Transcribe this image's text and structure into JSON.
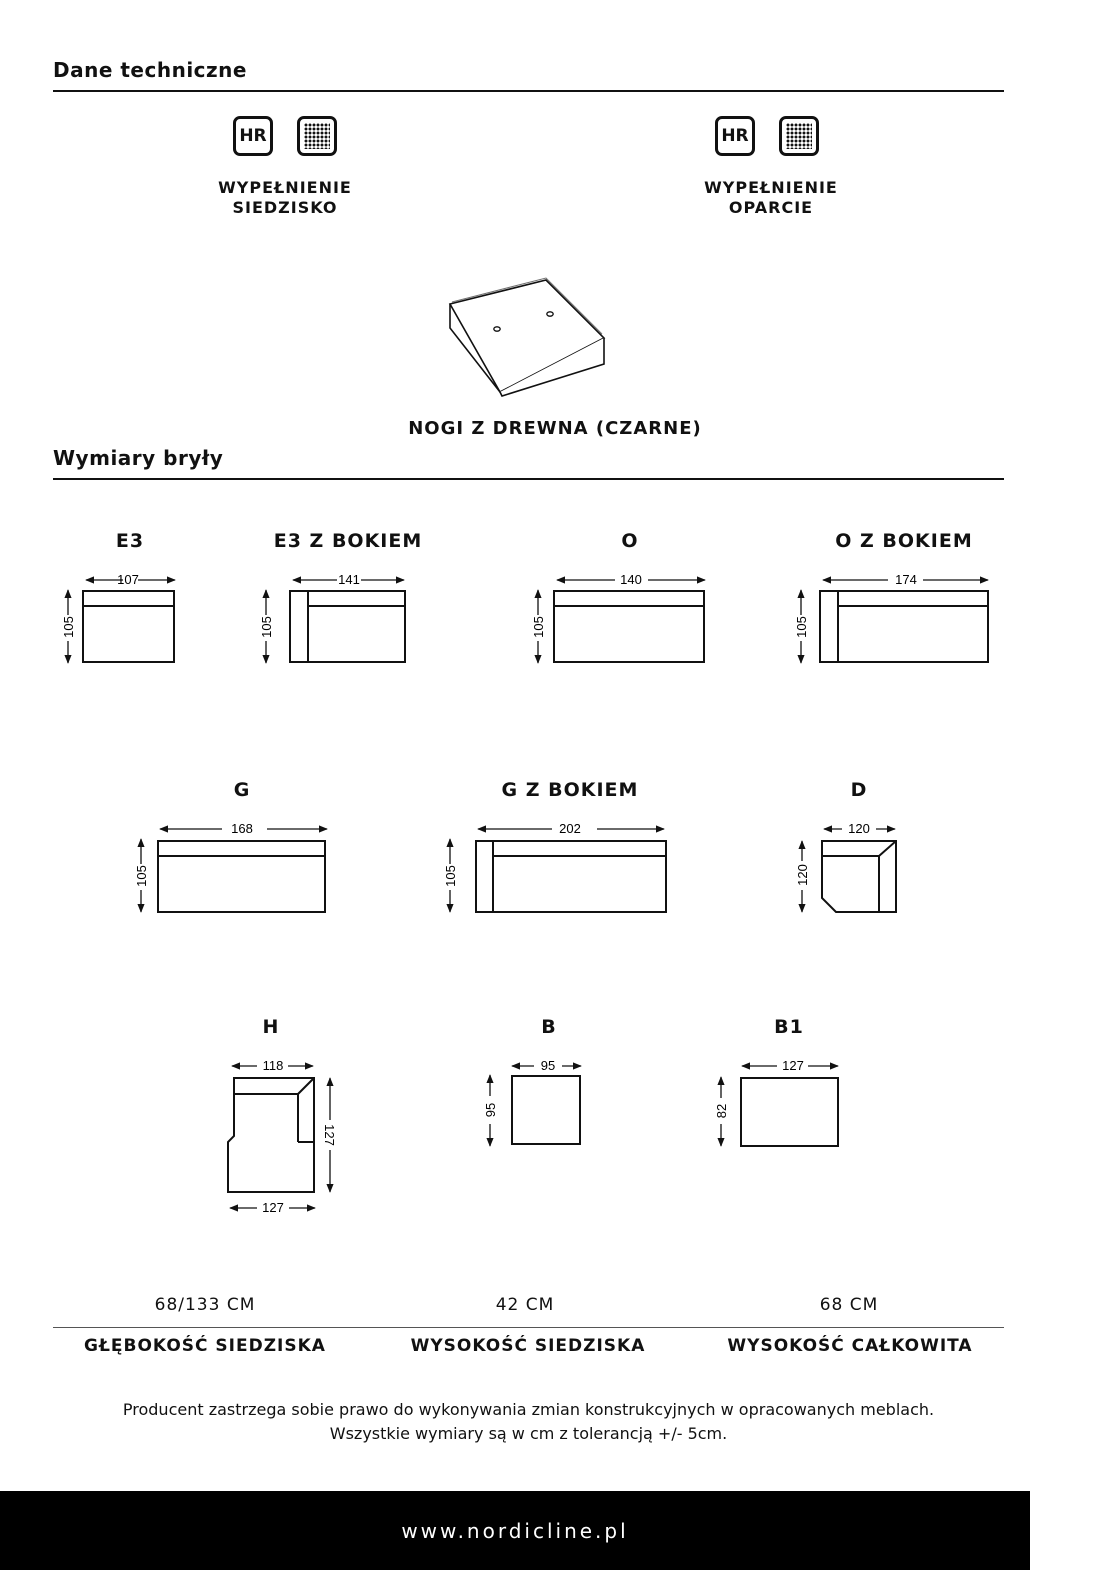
{
  "sections": {
    "technical": "Dane techniczne",
    "dimensions": "Wymiary bryły"
  },
  "fill": [
    {
      "badge": "HR",
      "caption_line1": "WYPEŁNIENIE",
      "caption_line2": "SIEDZISKO",
      "icons": [
        "hr-badge-icon",
        "foam-dots-icon"
      ]
    },
    {
      "badge": "HR",
      "caption_line1": "WYPEŁNIENIE",
      "caption_line2": "OPARCIE",
      "icons": [
        "hr-badge-icon",
        "foam-dots-icon"
      ]
    }
  ],
  "legs": {
    "caption": "NOGI Z DREWNA (CZARNE)",
    "icon": "wooden-leg-icon"
  },
  "modules": [
    {
      "label": "E3",
      "width": "107",
      "depth": "105"
    },
    {
      "label": "E3 Z BOKIEM",
      "width": "141",
      "depth": "105"
    },
    {
      "label": "O",
      "width": "140",
      "depth": "105"
    },
    {
      "label": "O Z BOKIEM",
      "width": "174",
      "depth": "105"
    },
    {
      "label": "G",
      "width": "168",
      "depth": "105"
    },
    {
      "label": "G Z BOKIEM",
      "width": "202",
      "depth": "105"
    },
    {
      "label": "D",
      "width": "120",
      "depth": "120"
    },
    {
      "label": "H",
      "width": "118",
      "depth": "127",
      "bottom_width": "127"
    },
    {
      "label": "B",
      "width": "95",
      "depth": "95"
    },
    {
      "label": "B1",
      "width": "127",
      "depth": "82"
    }
  ],
  "specs": [
    {
      "value": "68/133 CM",
      "label": "GŁĘBOKOŚĆ SIEDZISKA"
    },
    {
      "value": "42 CM",
      "label": "WYSOKOŚĆ SIEDZISKA"
    },
    {
      "value": "68 CM",
      "label": "WYSOKOŚĆ CAŁKOWITA"
    }
  ],
  "note": {
    "line1": "Producent zastrzega sobie prawo do wykonywania zmian konstrukcyjnych w opracowanych meblach.",
    "line2": "Wszystkie wymiary są w cm z tolerancją +/- 5cm."
  },
  "footer": {
    "website": "www.nordicline.pl"
  },
  "colors": {
    "text": "#111111",
    "background": "#ffffff",
    "footer_bg": "#000000",
    "footer_text": "#ffffff"
  }
}
